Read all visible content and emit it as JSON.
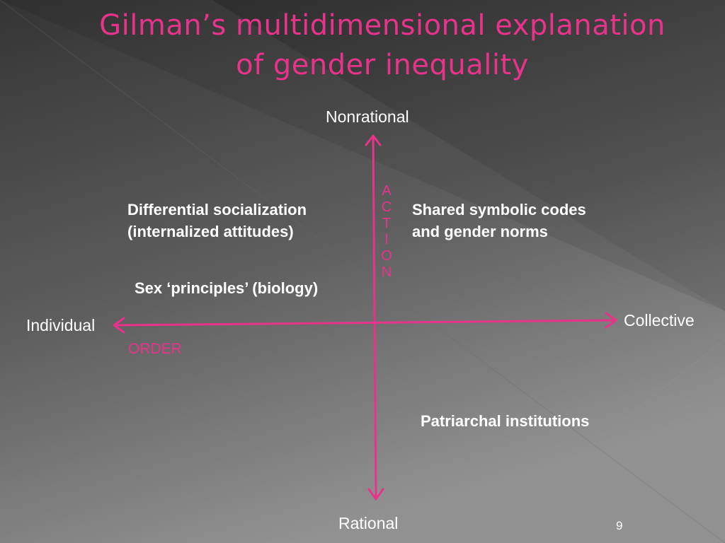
{
  "slide": {
    "title_line1": "Gilman’s multidimensional explanation",
    "title_line2": "of gender inequality",
    "page_number": "9",
    "colors": {
      "accent": "#e8338a",
      "text": "#ffffff",
      "background_dark": "#2e2e2e",
      "background_light": "#8a8a8a"
    }
  },
  "axes": {
    "top": "Nonrational",
    "bottom": "Rational",
    "left": "Individual",
    "right": "Collective",
    "vertical_word": [
      "A",
      "C",
      "T",
      "I",
      "O",
      "N"
    ],
    "horizontal_word": "ORDER"
  },
  "quadrants": {
    "top_left_line1": "Differential socialization",
    "top_left_line2": "(internalized attitudes)",
    "top_left_extra": "Sex ‘principles’ (biology)",
    "top_right_line1": "Shared symbolic codes",
    "top_right_line2": "and gender norms",
    "bottom_right": "Patriarchal institutions"
  }
}
